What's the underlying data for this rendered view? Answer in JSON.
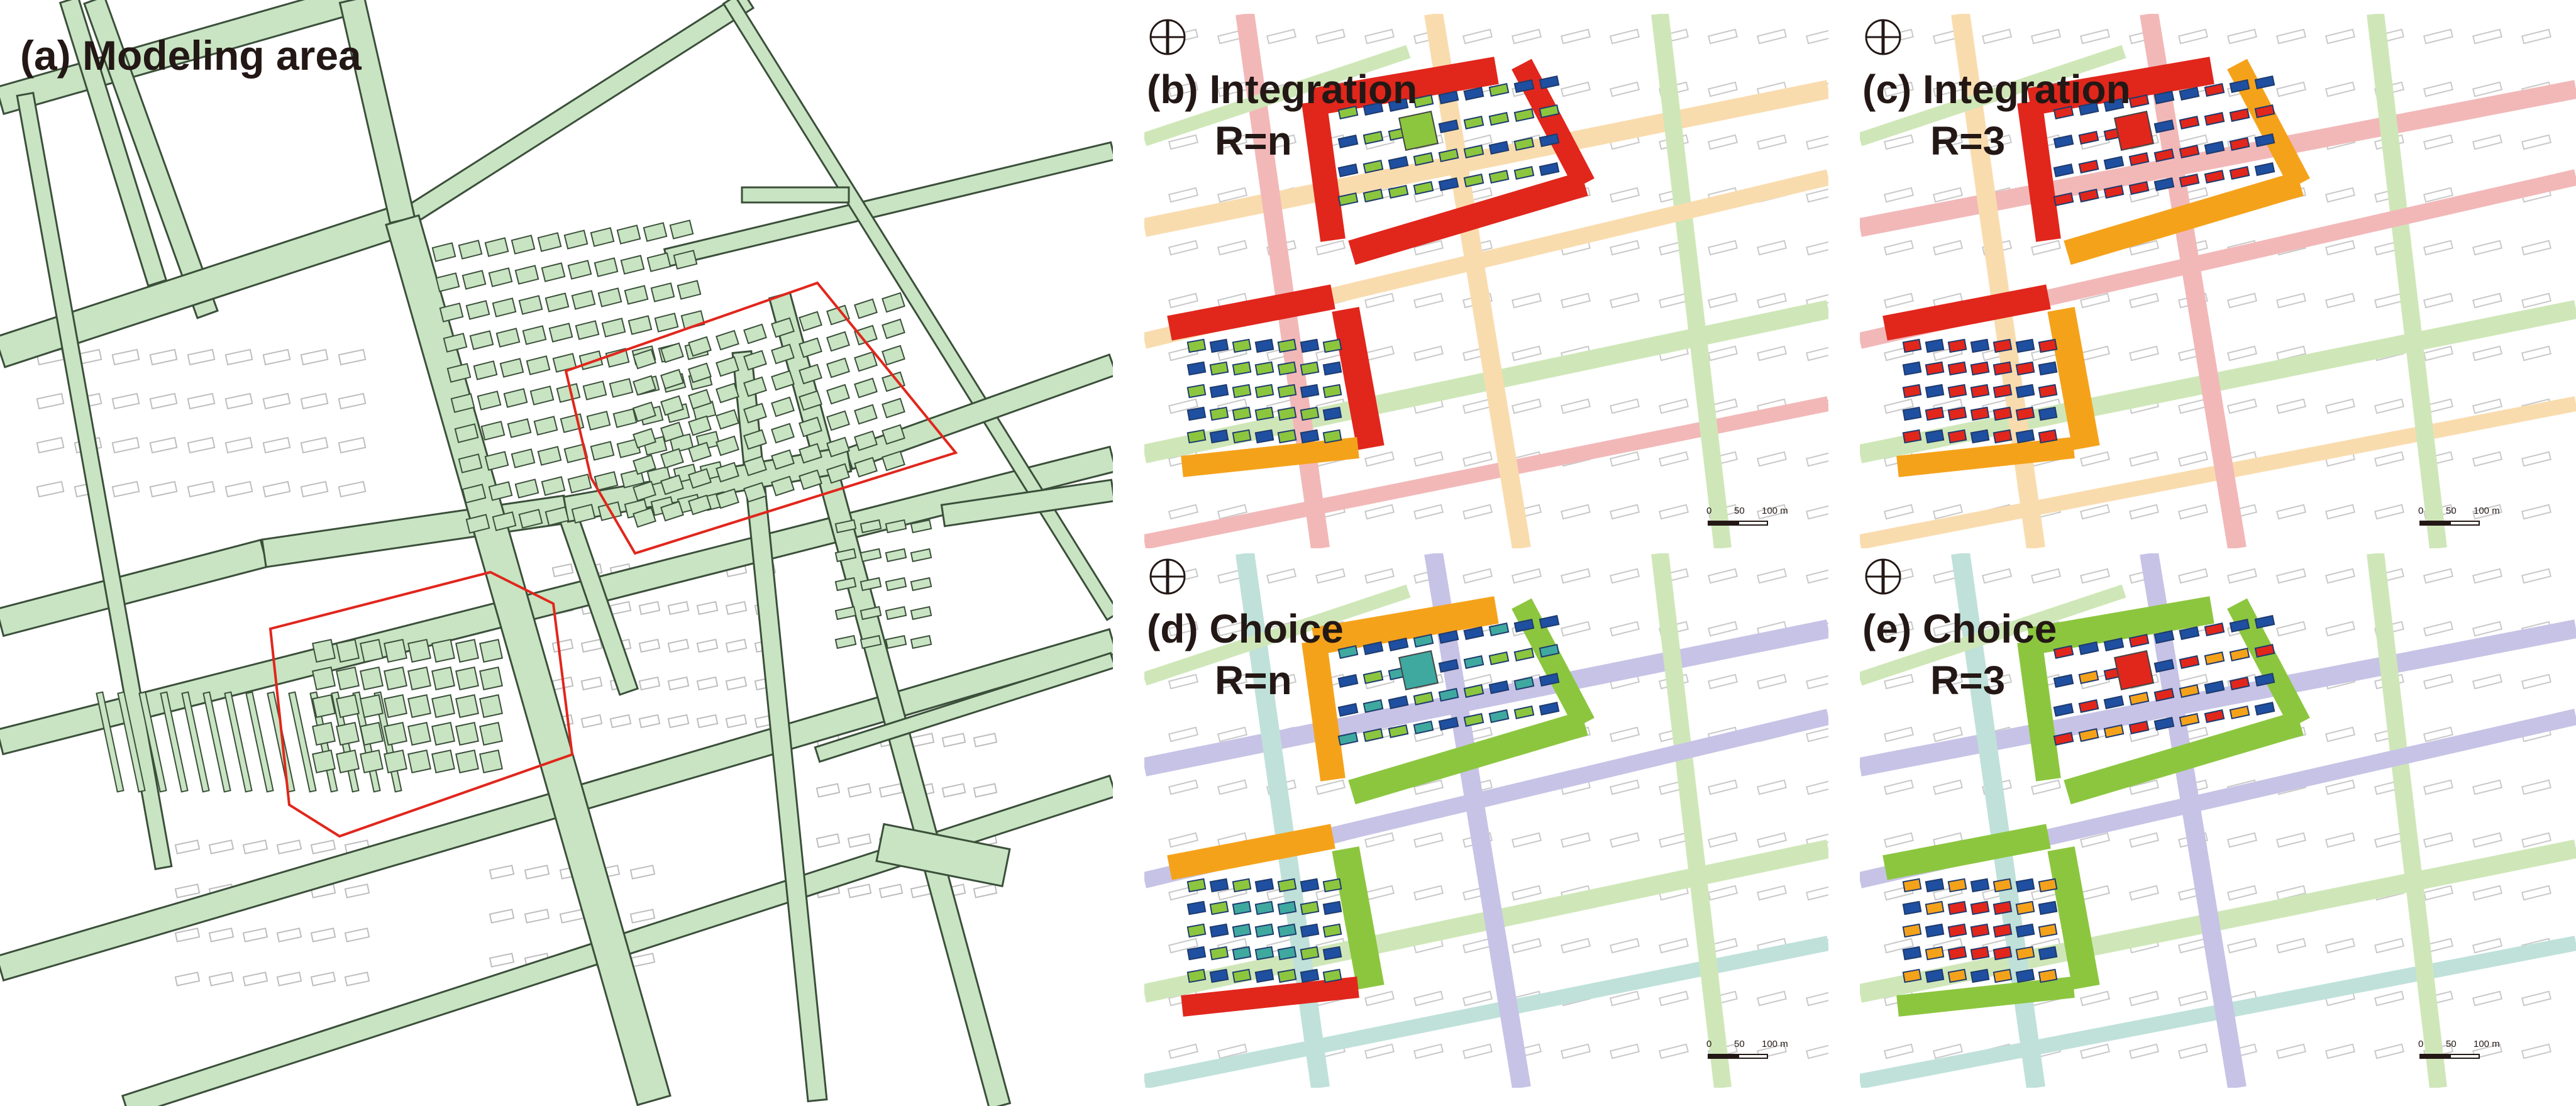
{
  "panels": {
    "a": {
      "title": "(a) Modeling area"
    },
    "b": {
      "title_line1": "(b) Integration",
      "title_line2": "R=n"
    },
    "c": {
      "title_line1": "(c) Integration",
      "title_line2": "R=3"
    },
    "d": {
      "title_line1": "(d) Choice",
      "title_line2": "R=n"
    },
    "e": {
      "title_line1": "(e) Choice",
      "title_line2": "R=3"
    }
  },
  "scale": {
    "t0": "0",
    "t1": "50",
    "t2": "100 m"
  },
  "icons": {
    "north_arrow": "north-arrow-icon"
  },
  "colors": {
    "street": "#c8e4c3",
    "street_stroke": "#3b4f3a",
    "boundary": "#e1261c",
    "building_outline": "#9a9a9a",
    "high": "#e1261c",
    "mid_high": "#f5a21b",
    "mid": "#8cc63f",
    "mid_low": "#3fa9a0",
    "low": "#1f4fa0",
    "faded_pink": "#f2b8b8",
    "faded_orange": "#f9dcae",
    "faded_green": "#cfe7b8",
    "faded_purple": "#c7c3e6",
    "faded_teal": "#bfe1da"
  }
}
